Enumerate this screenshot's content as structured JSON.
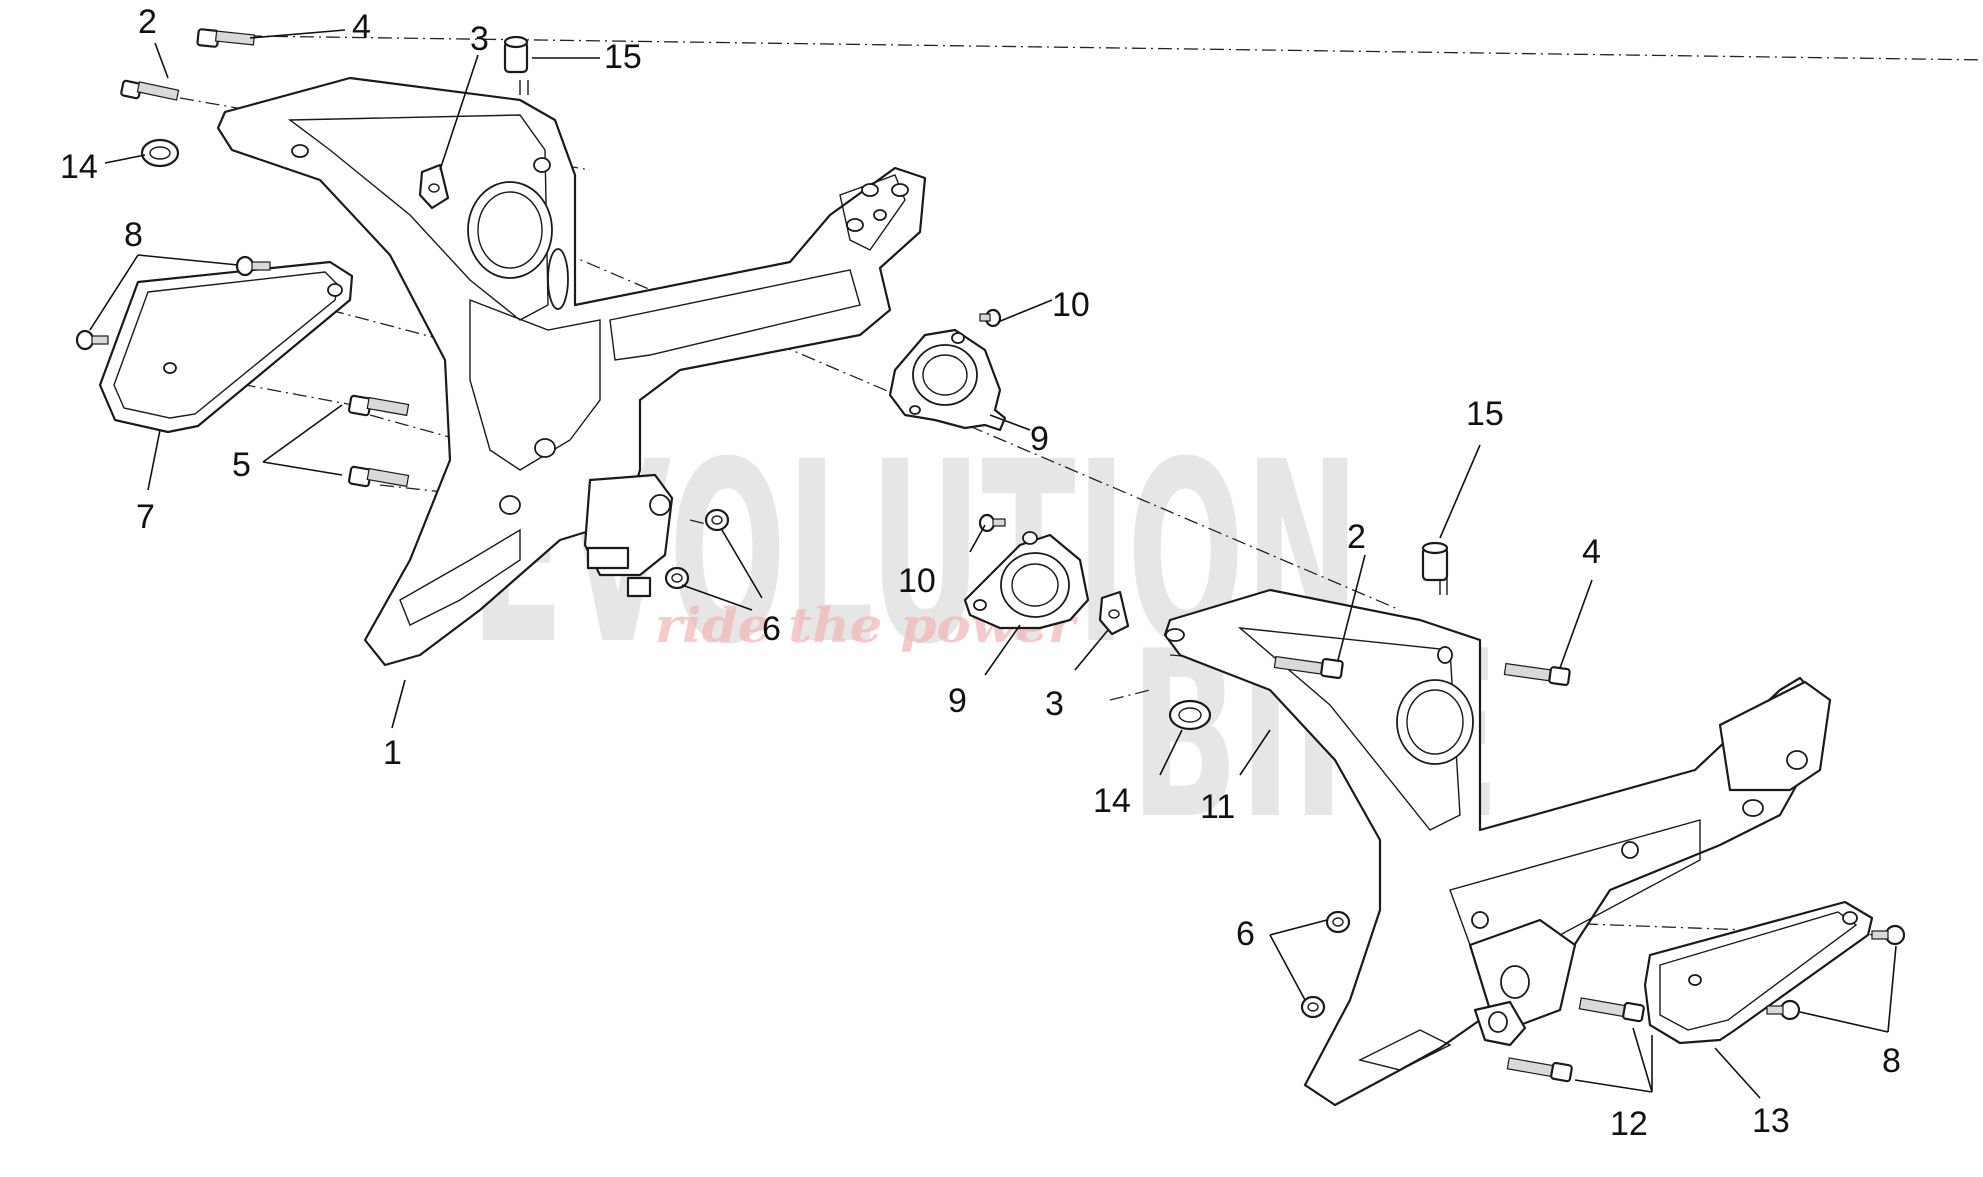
{
  "watermark": {
    "line1": "EVOLUTION",
    "line2": "BIKE",
    "tagline": "ride the power",
    "line_color": "#c8c8c8",
    "tagline_color": "#f0b4b4"
  },
  "callouts": {
    "c1": "1",
    "c2a": "2",
    "c2b": "2",
    "c3a": "3",
    "c3b": "3",
    "c4a": "4",
    "c4b": "4",
    "c5": "5",
    "c6a": "6",
    "c6b": "6",
    "c7": "7",
    "c8a": "8",
    "c8b": "8",
    "c9a": "9",
    "c9b": "9",
    "c10a": "10",
    "c10b": "10",
    "c11": "11",
    "c12": "12",
    "c13": "13",
    "c14a": "14",
    "c14b": "14",
    "c15a": "15",
    "c15b": "15"
  }
}
